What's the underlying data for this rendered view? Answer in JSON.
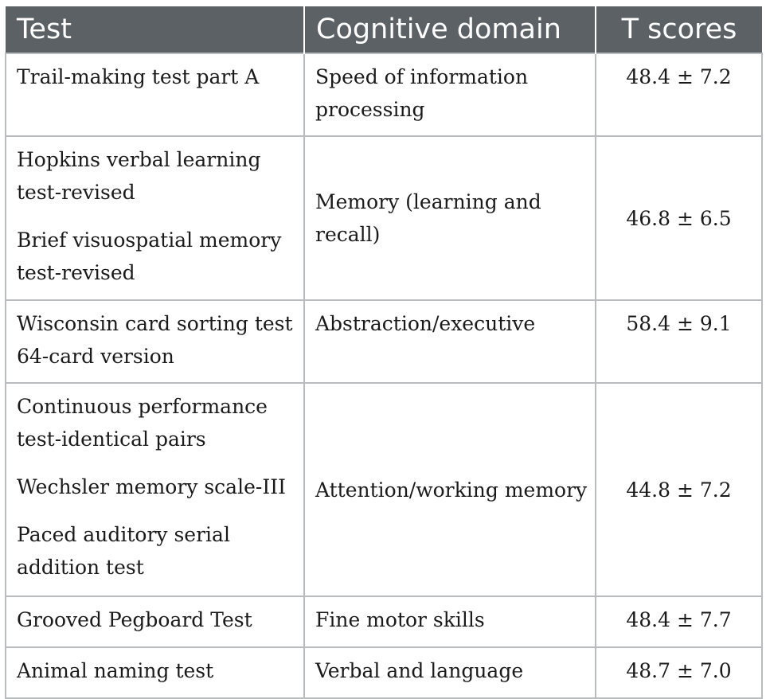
{
  "table": {
    "headers": {
      "test": "Test",
      "domain": "Cognitive domain",
      "score": "T scores"
    },
    "rows": [
      {
        "tests": [
          "Trail-making test part A"
        ],
        "domain": "Speed of information processing",
        "score": "48.4 ± 7.2"
      },
      {
        "tests": [
          "Hopkins verbal learning test-revised",
          "Brief visuospatial memory test-revised"
        ],
        "domain": "Memory (learning and recall)",
        "score": "46.8 ± 6.5"
      },
      {
        "tests": [
          "Wisconsin card sorting test 64-card version"
        ],
        "domain": "Abstraction/executive",
        "score": "58.4 ± 9.1"
      },
      {
        "tests": [
          "Continuous performance test-identical pairs",
          "Wechsler memory scale-III",
          "Paced auditory serial addition test"
        ],
        "domain": "Attention/working memory",
        "score": "44.8 ± 7.2"
      },
      {
        "tests": [
          "Grooved Pegboard Test"
        ],
        "domain": "Fine motor skills",
        "score": "48.4 ± 7.7"
      },
      {
        "tests": [
          "Animal naming test"
        ],
        "domain": "Verbal and language",
        "score": "48.7 ± 7.0"
      }
    ]
  }
}
